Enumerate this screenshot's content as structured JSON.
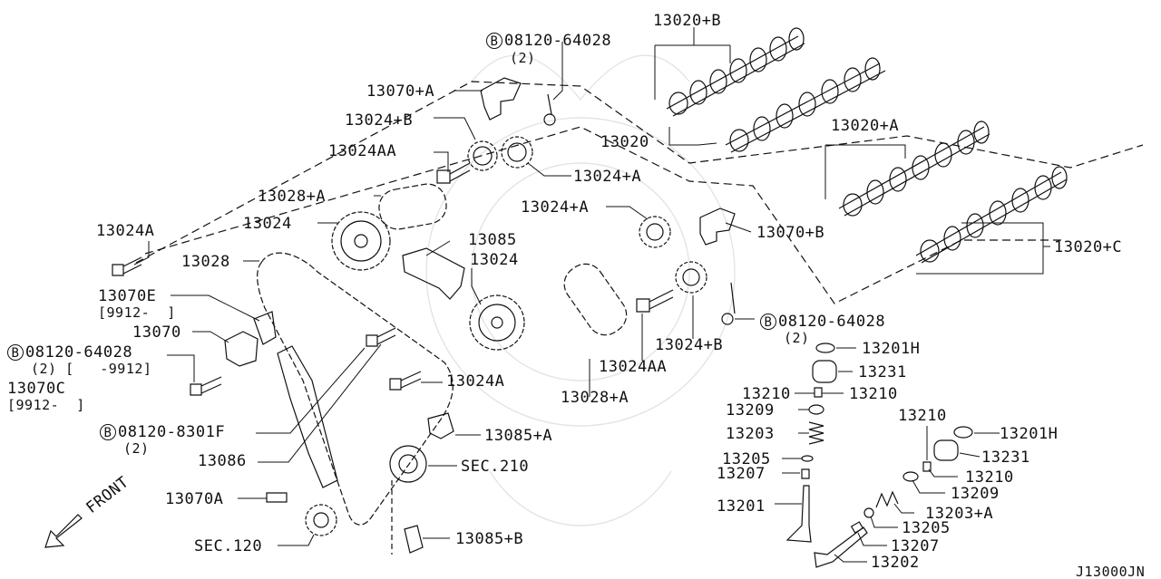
{
  "diagram_id": "J13000JN",
  "front_label": "FRONT",
  "labels": {
    "p13020B": "13020+B",
    "b08120_64028_a": "08120-64028",
    "b08120_64028_a_qty": "(2)",
    "p13070A_plus": "13070+A",
    "p13024B": "13024+B",
    "p13024AA_top": "13024AA",
    "p13020": "13020",
    "p13024A_plus_top": "13024+A",
    "p13020A": "13020+A",
    "p13028A_top": "13028+A",
    "p13024": "13024",
    "p13024A_plus_mid": "13024+A",
    "p13070B": "13070+B",
    "p13024A_left": "13024A",
    "p13085": "13085",
    "p13024_mid": "13024",
    "p13020C": "13020+C",
    "p13028": "13028",
    "p13070E": "13070E",
    "p13070E_note": "[9912-  ]",
    "b08120_64028_b": "08120-64028",
    "b08120_64028_b_qty": "(2)",
    "p13070": "13070",
    "b08120_64028_c": "08120-64028",
    "b08120_64028_c_qty": "(2) [   -9912]",
    "p13024B_mid": "13024+B",
    "p13201H_a": "13201H",
    "p13070C": "13070C",
    "p13070C_note": "[9912-  ]",
    "p13024AA_mid": "13024AA",
    "p13231_a": "13231",
    "p13024A_mid": "13024A",
    "p13210_a1": "13210",
    "p13210_a2": "13210",
    "p13028A_mid": "13028+A",
    "p13209_a": "13209",
    "b08120_8301F": "08120-8301F",
    "b08120_8301F_qty": "(2)",
    "p13085A": "13085+A",
    "p13203_a": "13203",
    "p13210_b1": "13210",
    "p13201H_b": "13201H",
    "p13086": "13086",
    "sec210": "SEC.210",
    "p13205_a": "13205",
    "p13231_b": "13231",
    "p13207_a": "13207",
    "p13210_b2": "13210",
    "p13070A": "13070A",
    "p13209_b": "13209",
    "p13201": "13201",
    "p13203A": "13203+A",
    "p13205_b": "13205",
    "sec120": "SEC.120",
    "p13085B": "13085+B",
    "p13207_b": "13207",
    "p13202": "13202"
  }
}
